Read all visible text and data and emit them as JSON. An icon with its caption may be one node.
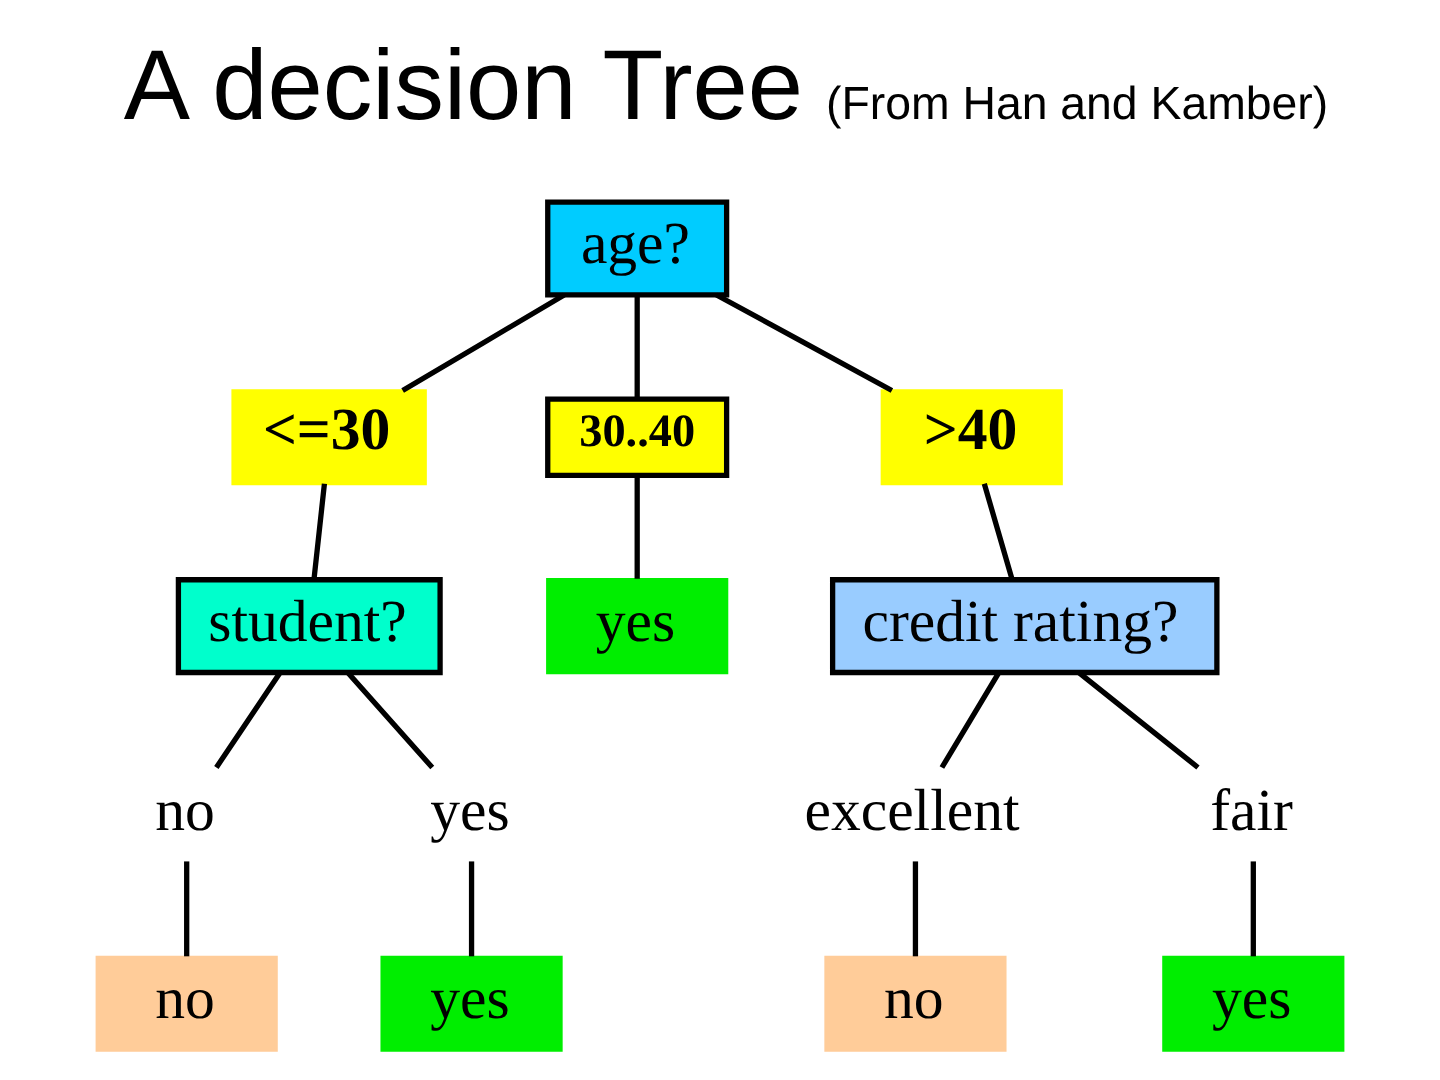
{
  "diagram": {
    "title": "A decision Tree",
    "caption": "(From Han and Kamber)",
    "nodes": [
      {
        "text": [
          "age?"
        ]
      },
      {
        "text": [
          "<=30"
        ]
      },
      {
        "text": [
          "30..40"
        ]
      },
      {
        "text": [
          ">40"
        ]
      },
      {
        "text": [
          "student?"
        ]
      },
      {
        "text": [
          "yes"
        ]
      },
      {
        "text": [
          "credit rating?"
        ]
      },
      {
        "text": [
          "no"
        ]
      },
      {
        "text": [
          "yes"
        ]
      },
      {
        "text": [
          "excellent"
        ]
      },
      {
        "text": [
          "fair"
        ]
      },
      {
        "text": [
          "no"
        ]
      },
      {
        "text": [
          "yes"
        ]
      },
      {
        "text": [
          "no"
        ]
      },
      {
        "text": [
          "yes"
        ]
      }
    ],
    "edges": [
      {
        "from": 0,
        "to": 1,
        "arrow": "none"
      },
      {
        "from": 0,
        "to": 2,
        "arrow": "none"
      },
      {
        "from": 0,
        "to": 3,
        "arrow": "none"
      },
      {
        "from": 1,
        "to": 4,
        "arrow": "none"
      },
      {
        "from": 2,
        "to": 5,
        "arrow": "none"
      },
      {
        "from": 3,
        "to": 6,
        "arrow": "none"
      },
      {
        "from": 4,
        "to": 7,
        "arrow": "none"
      },
      {
        "from": 4,
        "to": 8,
        "arrow": "none"
      },
      {
        "from": 6,
        "to": 9,
        "arrow": "none"
      },
      {
        "from": 6,
        "to": 10,
        "arrow": "none"
      },
      {
        "from": 7,
        "to": 11,
        "arrow": "none"
      },
      {
        "from": 8,
        "to": 12,
        "arrow": "none"
      },
      {
        "from": 9,
        "to": 13,
        "arrow": "none"
      },
      {
        "from": 10,
        "to": 14,
        "arrow": "none"
      }
    ]
  }
}
